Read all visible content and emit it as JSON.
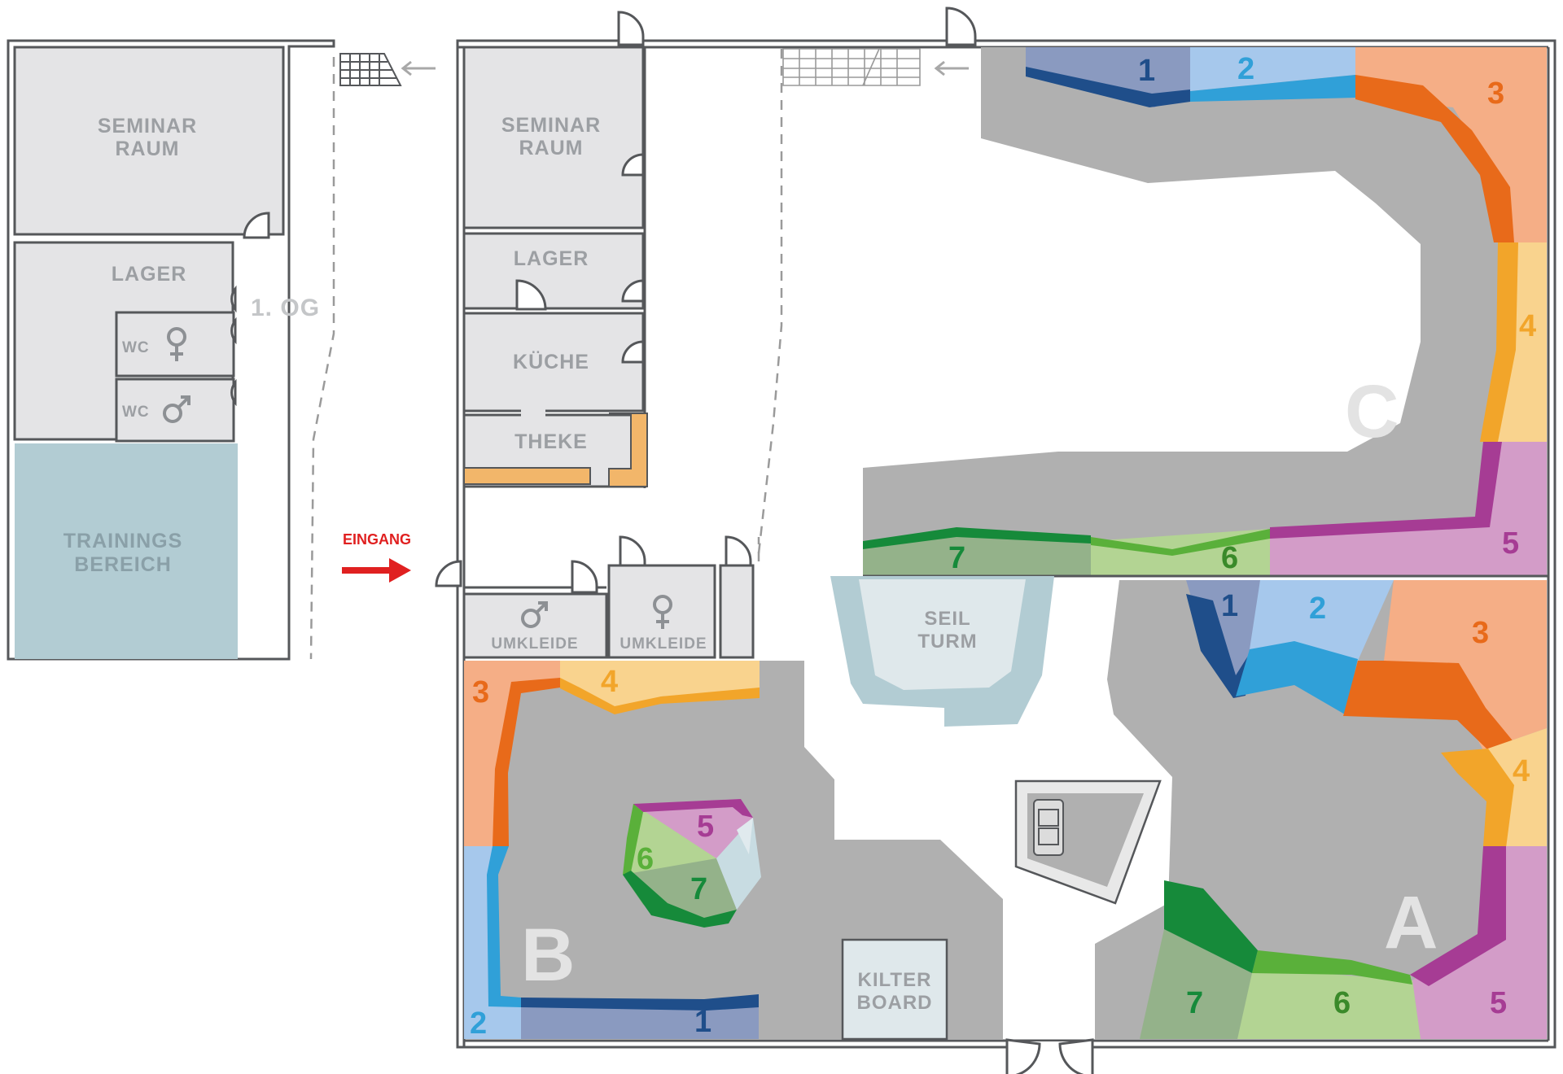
{
  "rooms": {
    "og_seminar_line1": "SEMINAR",
    "og_seminar_line2": "RAUM",
    "og_lager": "LAGER",
    "og_wc1": "WC",
    "og_wc2": "WC",
    "og_floor": "1. OG",
    "og_training_line1": "TRAININGS",
    "og_training_line2": "BEREICH",
    "eg_seminar_line1": "SEMINAR",
    "eg_seminar_line2": "RAUM",
    "eg_lager": "LAGER",
    "eg_kueche": "KÜCHE",
    "eg_theke": "THEKE",
    "umkleide_men": "UMKLEIDE",
    "umkleide_women": "UMKLEIDE",
    "seilturm_line1": "SEIL",
    "seilturm_line2": "TURM",
    "kilter_line1": "KILTER",
    "kilter_line2": "BOARD"
  },
  "entrance": {
    "label": "EINGANG",
    "arrow_color": "#e02020"
  },
  "sectors": {
    "a": "A",
    "b": "B",
    "c": "C"
  },
  "wall_numbers": {
    "c": [
      "1",
      "2",
      "3",
      "4",
      "5",
      "6",
      "7"
    ],
    "a": [
      "1",
      "2",
      "3",
      "4",
      "5",
      "6",
      "7"
    ],
    "b": [
      "1",
      "2",
      "3",
      "4"
    ],
    "boulder": [
      "5",
      "6",
      "7"
    ]
  },
  "colors": {
    "wall_1": "#1f4e8a",
    "wall_2": "#30a0d8",
    "wall_3": "#e86a1a",
    "wall_4": "#f2a52a",
    "wall_5": "#a63c94",
    "wall_6": "#5ab03a",
    "wall_7": "#168a3a",
    "climbing_area": "#b0b0b0",
    "training_area": "#b2ccd3",
    "theke_counter": "#f2b66a"
  },
  "icons": [
    "stairs-icon",
    "arrow-left-icon",
    "female-symbol-icon",
    "male-symbol-icon",
    "entrance-arrow-icon",
    "sofa-icon"
  ]
}
